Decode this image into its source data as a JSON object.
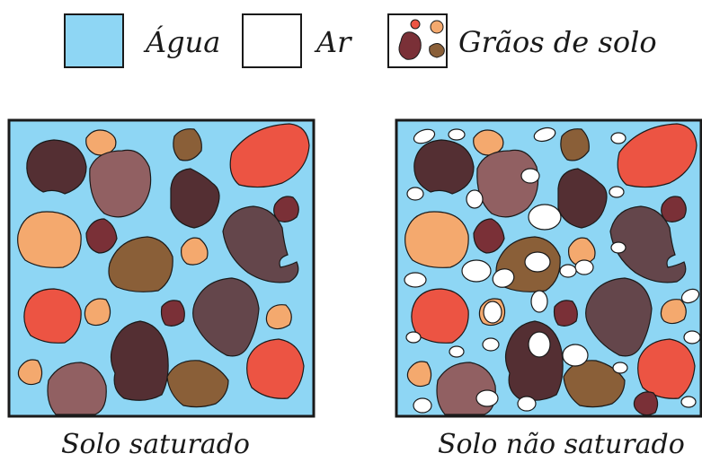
{
  "legend": {
    "water_label": "Água",
    "air_label": "Ar",
    "grains_label": "Grãos de solo"
  },
  "panels": {
    "saturated_caption": "Solo saturado",
    "unsaturated_caption": "Solo não saturado"
  },
  "colors": {
    "water": "#8ed6f4",
    "air": "#ffffff",
    "grain_dark": "#542f33",
    "grain_mauve": "#916062",
    "grain_brown": "#8a5f38",
    "grain_red": "#ec5443",
    "grain_orange": "#f4a96e",
    "grain_maroon": "#7a3037",
    "grain_purple": "#64464b",
    "outline": "#1a1a1a"
  }
}
